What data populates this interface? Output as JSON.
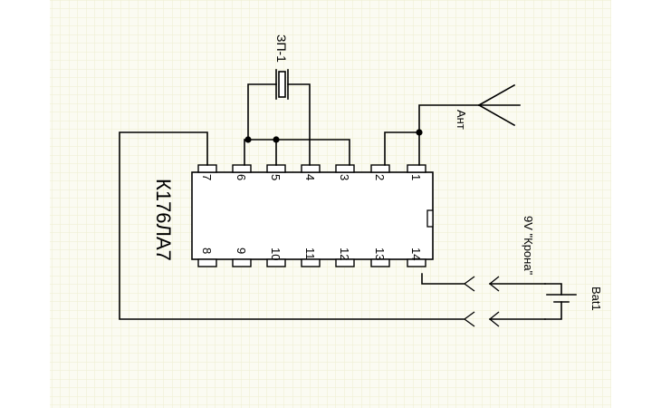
{
  "chip": {
    "label": "К176ЛА7",
    "top_pins": [
      "7",
      "6",
      "5",
      "4",
      "3",
      "2",
      "1"
    ],
    "bottom_pins": [
      "8",
      "9",
      "10",
      "11",
      "12",
      "13",
      "14"
    ]
  },
  "components": {
    "piezo": "ЗП-1",
    "antenna": "Ант",
    "battery_type": "9V \"Крона\"",
    "battery_ref": "Bat1"
  }
}
